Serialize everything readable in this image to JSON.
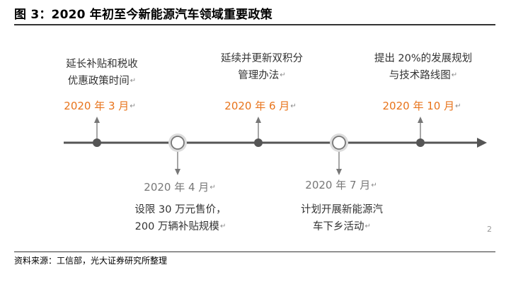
{
  "figure": {
    "title": "图 3：2020 年初至今新能源汽车领域重要政策",
    "source": "资料来源：工信部，光大证券研究所整理",
    "colors": {
      "highlight": "#E8731A",
      "axis": "#555555",
      "muted": "#777777"
    }
  },
  "events": [
    {
      "date": "2020 年 3 月",
      "lines": [
        "延长补贴和税收",
        "优惠政策时间"
      ]
    },
    {
      "date": "2020 年 4 月",
      "lines": [
        "设限 30 万元售价，",
        "200 万辆补贴规模"
      ]
    },
    {
      "date": "2020 年 6 月",
      "lines": [
        "延续并更新双积分",
        "管理办法"
      ]
    },
    {
      "date": "2020 年 7 月",
      "lines": [
        "计划开展新能源汽",
        "车下乡活动"
      ]
    },
    {
      "date": "2020 年 10 月",
      "lines": [
        "提出 20%的发展规划",
        "与技术路线图"
      ]
    }
  ],
  "marks": {
    "return_symbol": "↵",
    "stray": "2"
  }
}
